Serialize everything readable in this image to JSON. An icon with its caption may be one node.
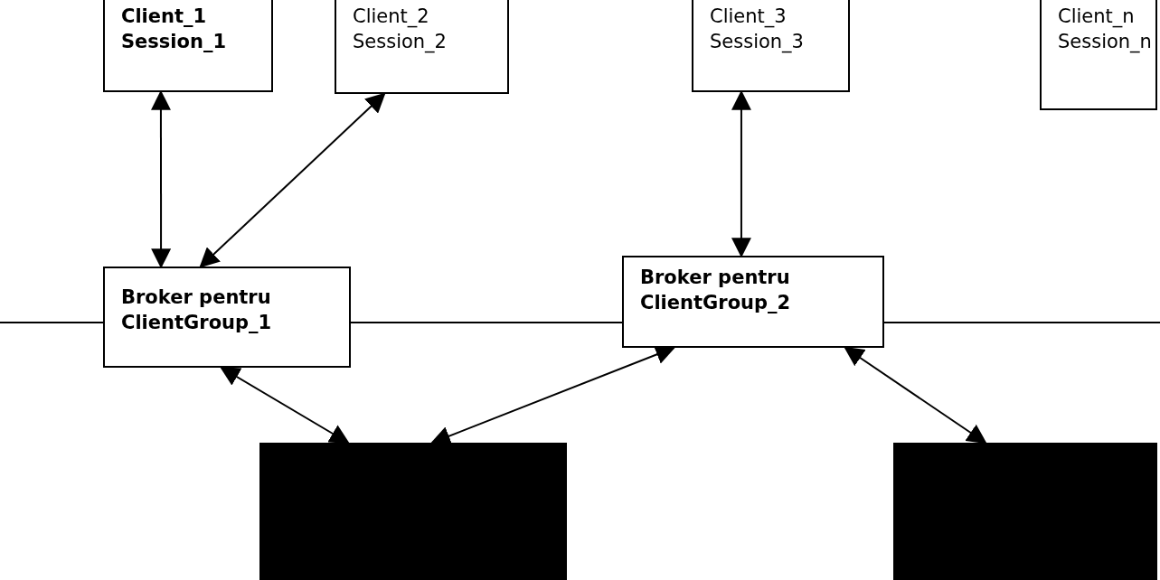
{
  "diagram": {
    "nodes": [
      {
        "text": [
          "Client_1",
          "Session_1"
        ]
      },
      {
        "text": [
          "Client_2",
          "Session_2"
        ]
      },
      {
        "text": [
          "Client_3",
          "Session_3"
        ]
      },
      {
        "text": [
          "Client_n",
          "Session_n"
        ]
      },
      {
        "text": [
          "Broker pentru",
          "ClientGroup_1"
        ]
      },
      {
        "text": [
          "Broker pentru",
          "ClientGroup_2"
        ]
      },
      {
        "text": [],
        "shape": "box"
      },
      {
        "text": [],
        "shape": "box"
      }
    ],
    "edges": [
      {
        "from": 0,
        "to": 4,
        "arrow": "both"
      },
      {
        "from": 1,
        "to": 4,
        "arrow": "both"
      },
      {
        "from": 2,
        "to": 5,
        "arrow": "both"
      },
      {
        "from": null,
        "to": 4,
        "arrow": "none"
      },
      {
        "from": 4,
        "to": 5,
        "arrow": "none"
      },
      {
        "from": 5,
        "to": null,
        "arrow": "none"
      },
      {
        "from": 4,
        "to": 6,
        "arrow": "both"
      },
      {
        "from": 5,
        "to": 6,
        "arrow": "both"
      },
      {
        "from": 5,
        "to": 7,
        "arrow": "both"
      }
    ]
  }
}
